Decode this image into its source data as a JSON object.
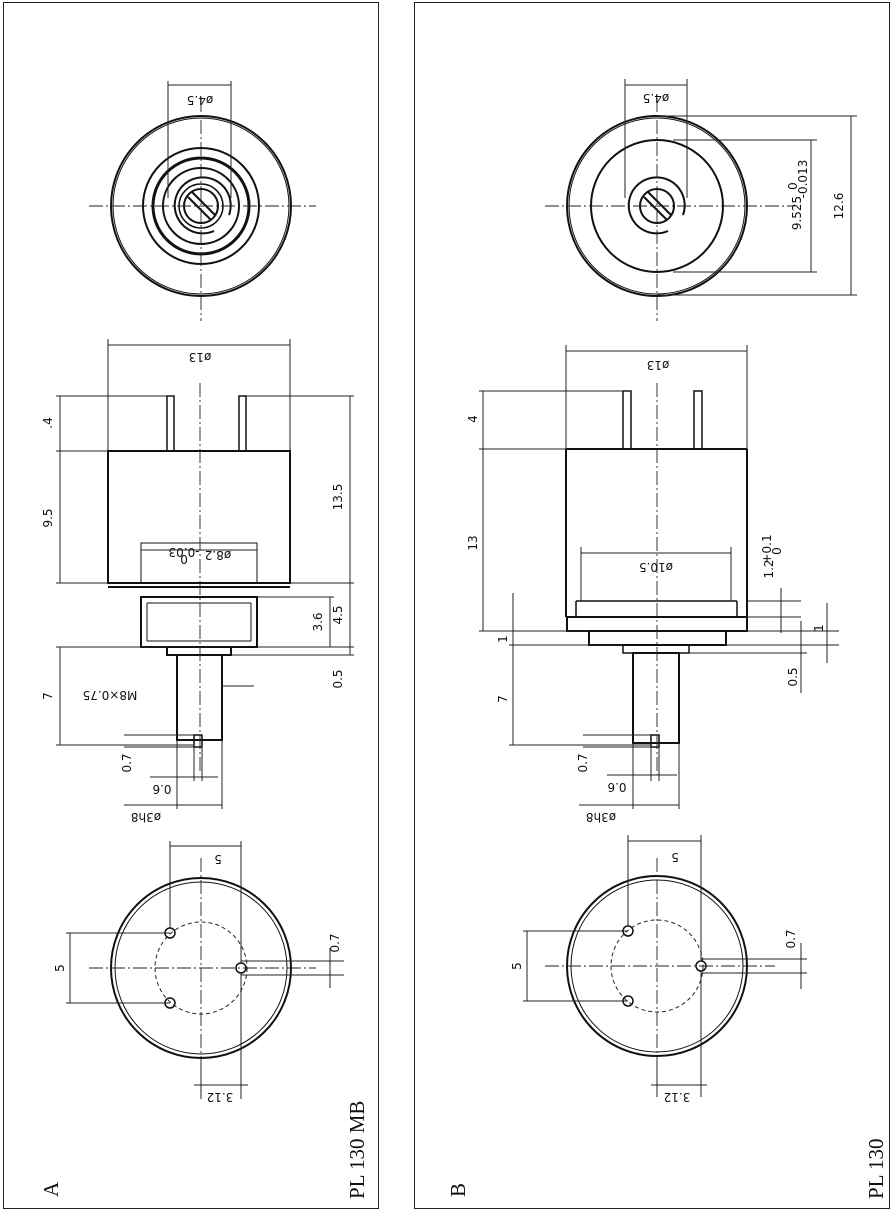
{
  "panelA": {
    "letter": "A",
    "model": "PL 130 MB",
    "front": {
      "diameter": "ø4.5"
    },
    "side": {
      "d_body": "ø13",
      "d_boss": "ø8.2",
      "boss_tol": "0",
      "boss_tol2": "-0.03",
      "thread": "M8×0.75",
      "shaft_d": "ø3h8",
      "slot_w": "0.6",
      "slot_d": "0.7",
      "l_pins": ".4",
      "l_body": "9.5",
      "l_total": "13.5",
      "l_36": "3.6",
      "l_45": "4.5",
      "l_05": "0.5",
      "l_shaft": "7"
    },
    "rear": {
      "spacing_x": "5",
      "spacing_y": "5",
      "offset": "3.12",
      "pin_d": "0.7"
    }
  },
  "panelB": {
    "letter": "B",
    "model": "PL 130",
    "front": {
      "diameter": "ø4.5",
      "d_9525": "9.525",
      "d_9525_tol1": "0",
      "d_9525_tol2": "-0.013",
      "d_126": "12.6"
    },
    "side": {
      "d_body": "ø13",
      "d_boss": "ø10.5",
      "shaft_d": "ø3h8",
      "slot_w": "0.6",
      "slot_d": "0.7",
      "l_pins": "4",
      "l_body": "13",
      "l_1": "1",
      "l_shaft": "7",
      "l_12": "1.2",
      "l_12_tol1": "+0.1",
      "l_12_tol2": "0",
      "l_1b": "1",
      "l_05": "0.5"
    },
    "rear": {
      "spacing_x": "5",
      "spacing_y": "5",
      "offset": "3.12",
      "pin_d": "0.7"
    }
  }
}
